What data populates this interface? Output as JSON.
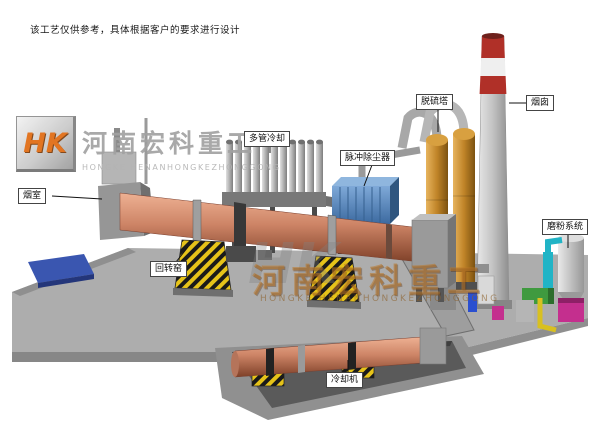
{
  "disclaimer": "该工艺仅供参考，具体根据客户的要求进行设计",
  "logo": {
    "monogram": "HK",
    "company_cn": "河南宏科重工",
    "company_en": "HONGKE HENANHONGKEZHONGGONG"
  },
  "watermark": {
    "monogram": "HK",
    "company_cn": "河南宏科重工",
    "company_en": "HONGKE HENANHONGKEZHONGGONG"
  },
  "labels": {
    "smoke_chamber": "烟室",
    "rotary_kiln": "回转窑",
    "multi_tube_cooler": "多管冷却",
    "pulse_dust_collector": "脉冲除尘器",
    "desulfurization_tower": "脱硫塔",
    "chimney": "烟囱",
    "grinding_system": "磨粉系统",
    "cooling_machine": "冷却机"
  },
  "colors": {
    "kiln_body": "#cd8466",
    "dust_collector_blue": "#4a7db3",
    "tower_orange": "#c08428",
    "chimney_band_red": "#b03028",
    "hazard_yellow": "#e6c319",
    "platform_gray": "#adadad",
    "pit_gray": "#5a5a5a",
    "grinder_green": "#3f9a3f",
    "grinder_cyan": "#21b4c6",
    "grinder_magenta": "#c42f8e",
    "pad_blue": "#3a56b0"
  }
}
